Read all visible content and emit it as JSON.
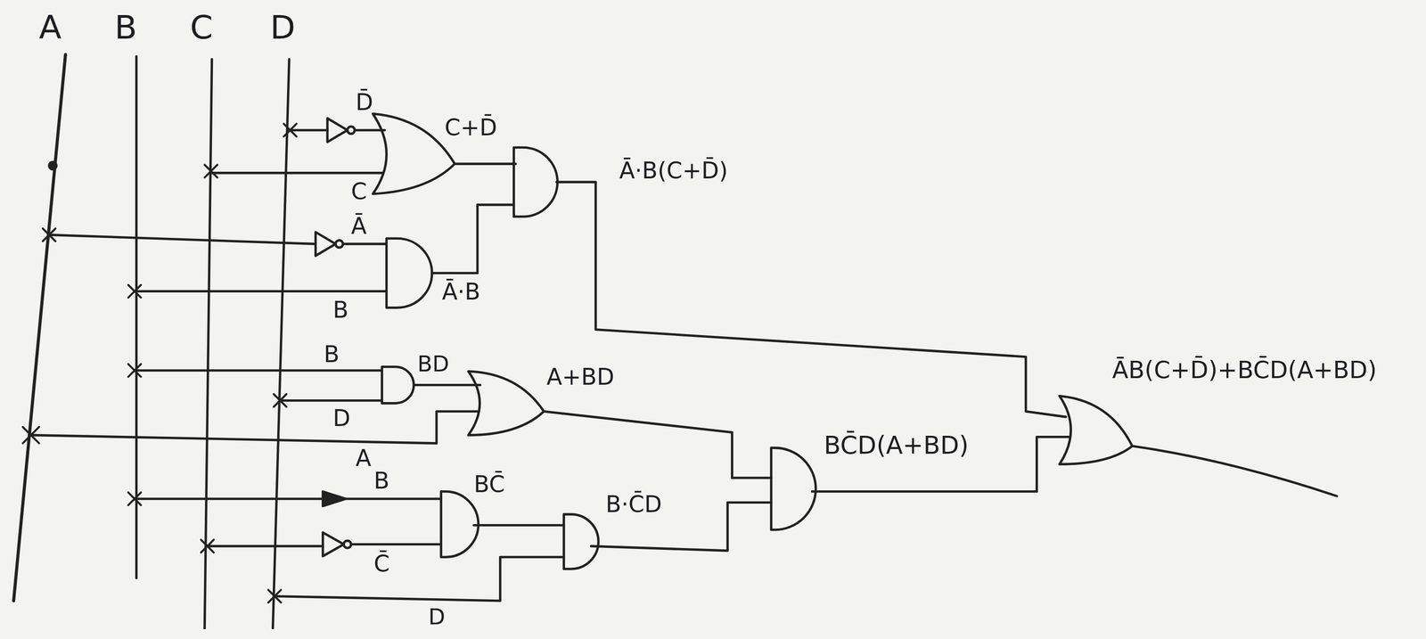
{
  "diagram": {
    "labels": [
      "A",
      "B",
      "C",
      "D",
      "D̄",
      "C+D̄",
      "C",
      "Ā·B(C+D̄)",
      "Ā",
      "Ā·B",
      "B",
      "B",
      "BD",
      "A+BD",
      "D",
      "A",
      "B",
      "BC̄",
      "C̄",
      "B·C̄D",
      "BC̄D(A+BD)",
      "D",
      "ĀB(C+D̄)+BC̄D(A+BD)"
    ]
  }
}
